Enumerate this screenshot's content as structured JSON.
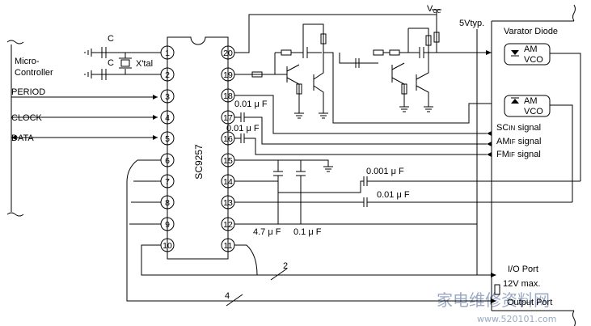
{
  "ic_label": "SC9257",
  "pins": {
    "p1": "1",
    "p2": "2",
    "p3": "3",
    "p4": "4",
    "p5": "5",
    "p6": "6",
    "p7": "7",
    "p8": "8",
    "p9": "9",
    "p10": "10",
    "p11": "11",
    "p12": "12",
    "p13": "13",
    "p14": "14",
    "p15": "15",
    "p16": "16",
    "p17": "17",
    "p18": "18",
    "p19": "19",
    "p20": "20"
  },
  "labels": {
    "mcu_line1": "Micro-",
    "mcu_line2": "Controller",
    "period": "PERIOD",
    "clock": "CLOCK",
    "data": "DATA",
    "cap_c1": "C",
    "cap_c2": "C",
    "xtal": "X'tal",
    "vcc": "V",
    "vcc_sub": "CC",
    "five_v": "5Vtyp.",
    "varactor": "Varator Diode",
    "am_vco_1_am": "AM",
    "am_vco_1_vco": "VCO",
    "am_vco_2_am": "AM",
    "am_vco_2_vco": "VCO",
    "cap_17": "0.01 μ F",
    "cap_16": "0.01 μ F",
    "sc_pre": "SC",
    "sc_sub": "IN",
    "sc_post": " signal",
    "am_pre": "AM",
    "am_sub": "IF",
    "am_post": " signal",
    "fm_pre": "FM",
    "fm_sub": "IF",
    "fm_post": " signal",
    "cap_001": "0.001 μ F",
    "cap_001b": "0.01 μ F",
    "cap_47": "4.7 μ F",
    "cap_01": "0.1 μ F",
    "bus2": "2",
    "bus4": "4",
    "io_port": "I/O Port",
    "twelve_v": "12V max.",
    "output_port": "Output Port",
    "watermark_cn": "家电维修资料网",
    "watermark_url": "www.520101.com"
  }
}
